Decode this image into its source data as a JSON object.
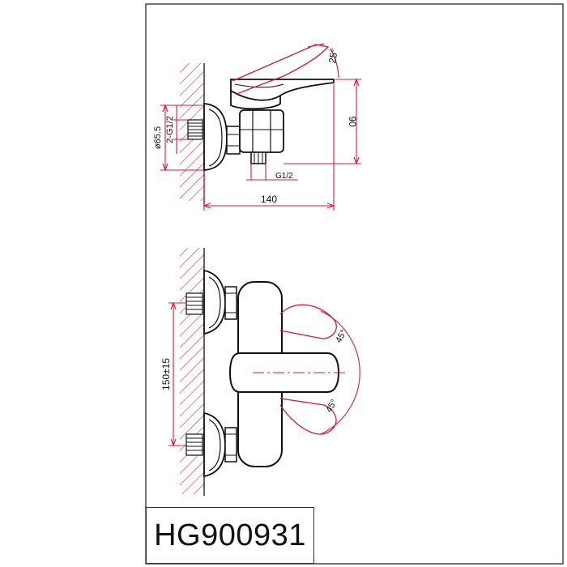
{
  "model_number": "HG900931",
  "colors": {
    "outline": "#111111",
    "dimension": "#cc2233",
    "hatch": "#d04a4a",
    "frame": "#444444"
  },
  "side_view": {
    "angle_label": "25°",
    "height_label": "90",
    "diameter_label": "ø65.5",
    "inlet_label": "2-G1/2",
    "outlet_label": "G1/2",
    "length_label": "140"
  },
  "front_view": {
    "spacing_label": "150±15",
    "rotation_upper_label": "45°",
    "rotation_lower_label": "45°"
  }
}
